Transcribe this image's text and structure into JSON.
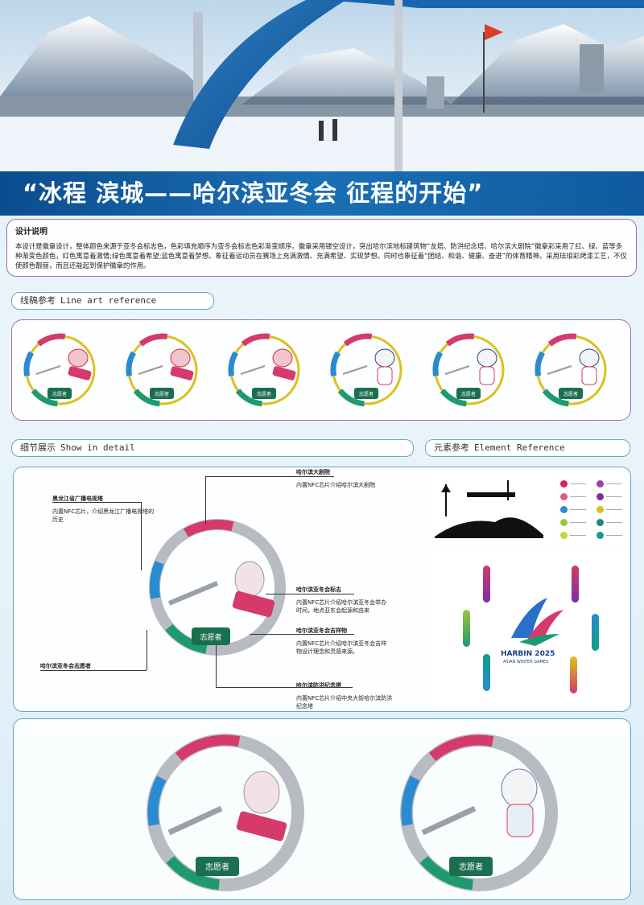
{
  "hero": {
    "title": "“冰程 滨城——哈尔滨亚冬会 征程的开始”"
  },
  "description": {
    "heading": "设计说明",
    "text": "本设计是徽章设计，整体颜色来源于亚冬会标志色，色彩填充顺序为亚冬会标志色彩渐变顺序。徽章采用镂空设计，突出哈尔滨地标建筑物“龙塔、防洪纪念塔、哈尔滨大剧院”徽章彩采用了红、绿、蓝等多种渐变色颜色，红色寓意着激情;绿色寓意着希望;蓝色寓意着梦想。象征着运动员在赛场上充满激情、充满希望、实现梦想。同时也象征着“团结、和谐、健康、奋进”的体育精神。采用珐琅彩烤漆工艺，不仅使颜色靓丽，而且还能起到保护徽章的作用。"
  },
  "sections": {
    "line_art": {
      "cn": "线稿参考",
      "en": "Line art reference"
    },
    "detail": {
      "cn": "细节展示",
      "en": "Show in detail"
    },
    "element": {
      "cn": "元素参考",
      "en": "Element Reference"
    }
  },
  "badge_label": "志愿者",
  "annotations": {
    "tv_tower": {
      "title": "黑龙江省广播电视塔",
      "text": "内置NFC芯片，介绍黑龙江广播电视塔的历史"
    },
    "theatre": {
      "title": "哈尔滨大剧院",
      "text": "内置NFC芯片介绍哈尔滨大剧院"
    },
    "games_logo": {
      "title": "哈尔滨亚冬会标志",
      "text": "内置NFC芯片介绍哈尔滨亚冬会举办时间，地点亚东会起源和由来"
    },
    "mascot": {
      "title": "哈尔滨亚冬会吉祥物",
      "text": "内置NFC芯片介绍哈尔滨亚冬会吉祥物设计理念和灵感来源。"
    },
    "volunteer": {
      "title": "哈尔滨亚冬会志愿者",
      "text": ""
    },
    "flood_monument": {
      "title": "哈尔滨防洪纪念塔",
      "text": "内置NFC芯片介绍中央大街哈尔滨防洪纪念塔"
    }
  },
  "logo": {
    "harbin": "HARBIN 2025",
    "sub": "ASIAN WINTER GAMES"
  },
  "palette": [
    "#d81f5b",
    "#a23ea8",
    "#e0597e",
    "#7b2fa8",
    "#2a8bd0",
    "#d9c21f",
    "#9cc63a",
    "#1f8a6e",
    "#c9d53a",
    "#0d9f8a"
  ],
  "colors": {
    "accent": "#0b4d8f",
    "panel_border": "#9a6fb5",
    "tag_border": "#6aa6c8"
  }
}
